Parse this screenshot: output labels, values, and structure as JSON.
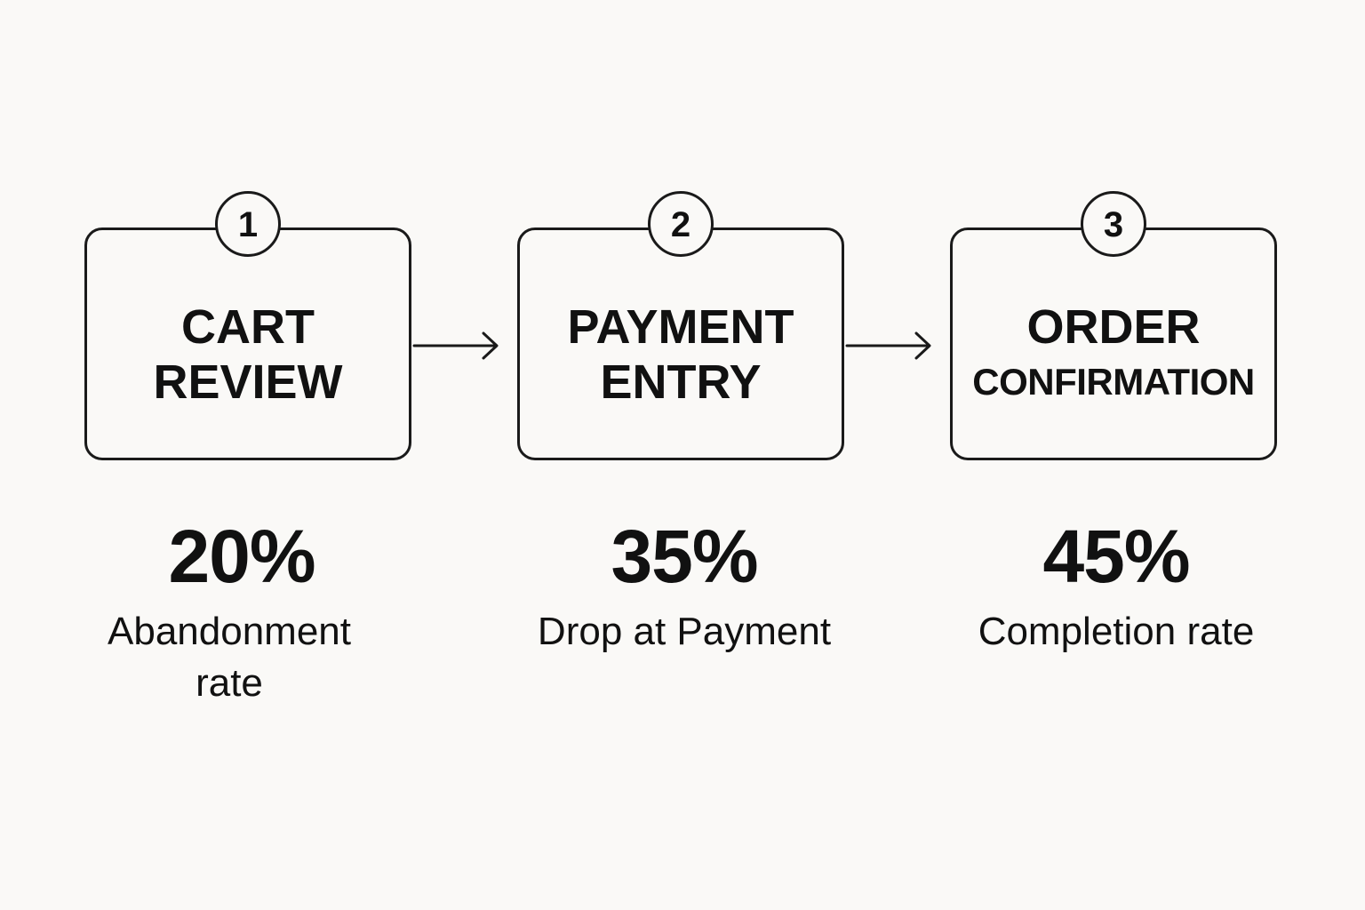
{
  "steps": [
    {
      "number": "1",
      "title_lines": [
        "CART",
        "REVIEW"
      ]
    },
    {
      "number": "2",
      "title_lines": [
        "PAYMENT",
        "ENTRY"
      ]
    },
    {
      "number": "3",
      "title_lines": [
        "ORDER",
        "CONFIRMATION"
      ]
    }
  ],
  "stats": [
    {
      "value": "20%",
      "label": "Abandonment rate"
    },
    {
      "value": "35%",
      "label": "Drop at Payment"
    },
    {
      "value": "45%",
      "label": "Completion rate"
    }
  ],
  "icons": {
    "connector": "arrow-right-icon"
  },
  "colors": {
    "background": "#faf9f7",
    "ink": "#111111"
  }
}
